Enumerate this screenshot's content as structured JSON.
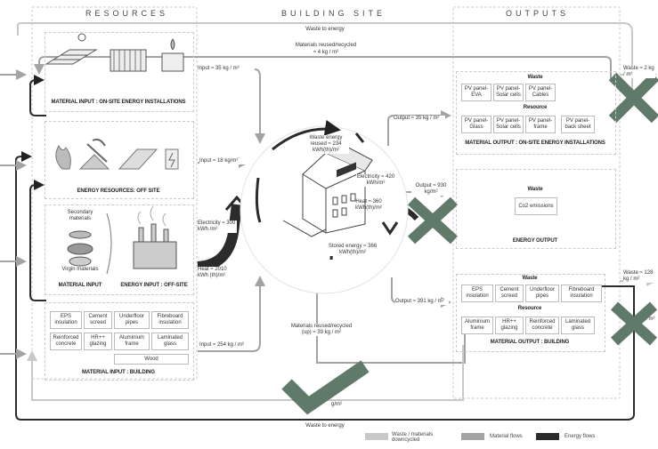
{
  "headers": {
    "resources": "RESOURCES",
    "building_site": "BUILDING SITE",
    "outputs": "OUTPUTS"
  },
  "flows": {
    "waste_to_energy_top": "Waste to energy",
    "materials_reused_top": "Materials reused/recycled",
    "materials_reused_top_val": "≈ 4 kg / m²",
    "input_35": "Input ≈ 35 kg / m²",
    "input_18": "Input ≈ 18 kg/m²",
    "electricity_in": "Electricity ≈ 300 kWh /m²",
    "heat_in": "Heat ≈ 2010 kWh (th)/m²",
    "input_254": "Input ≈ 254 kg / m²",
    "output_35": "Output ≈ 35 kg / m²",
    "output_930": "Output ≈ 930 kg/m²",
    "output_391": "Output ≈ 391 kg / m²",
    "waste_energy_reused": "Waste energy reused ≈ 234 kWh(th)/m²",
    "electricity_420": "Electricity ≈ 420 kWh/m²",
    "heat_360": "Heat ≈ 360 kWh(th)/m²",
    "stored_energy": "Stored energy ≈ 366 kWh(th)/m²",
    "materials_reused_bottom": "Materials reused/recycled (up) ≈ 39 kg / m²",
    "waste_top_right": "Waste ≈ 2 kg / m²",
    "waste_mid_right": "Waste ≈ 128 kg / m²",
    "mid_right_unit": "m²",
    "bottom_partial": "g/m²",
    "waste_to_energy_bottom": "Waste to energy"
  },
  "resources": {
    "onsite_caption": "MATERIAL INPUT : ON-SITE ENERGY INSTALLATIONS",
    "offsite_caption": "ENERGY RESOURCES: OFF SITE",
    "secondary_materials": "Secondary materials",
    "virgin_materials": "Virgin materials",
    "material_input": "MATERIAL INPUT",
    "energy_input_offsite": "ENERGY INPUT : OFF-SITE",
    "building_caption": "MATERIAL INPUT : BUILDING",
    "building_items": [
      "EPS insulation",
      "Cement screed",
      "Underfloor pipes",
      "Fibreboard insulation",
      "Reinforced concrete",
      "HR++ glazing",
      "Aluminium frame",
      "Laminated glass"
    ],
    "wood": "Wood"
  },
  "outputs": {
    "onsite": {
      "waste_title": "Waste",
      "waste_items": [
        "PV panel- EVA",
        "PV panel- Solar cells",
        "PV panel- Cables"
      ],
      "resource_title": "Resource",
      "resource_items": [
        "PV panel- Glass",
        "PV panel- Solar cells",
        "PV panel- frame",
        "PV panel- back sheet"
      ],
      "caption": "MATERIAL OUTPUT : ON-SITE ENERGY INSTALLATIONS"
    },
    "energy": {
      "waste_title": "Waste",
      "item": "Co2 emissions",
      "caption": "ENERGY OUTPUT"
    },
    "building": {
      "waste_title": "Waste",
      "waste_items": [
        "EPS insulation",
        "Cement screed",
        "Underfloor pipes",
        "Fibreboard insulation"
      ],
      "resource_title": "Resource",
      "resource_items": [
        "Aluminium frame",
        "HR++ glazing",
        "Reinforced concrete",
        "Laminated glass"
      ],
      "caption": "MATERIAL OUTPUT : BUILDING"
    }
  },
  "legend": {
    "waste": "Waste / materials downcycled",
    "material": "Material flows",
    "energy": "Energy flows",
    "colors": {
      "waste": "#c8c8c8",
      "material": "#a3a3a3",
      "energy": "#2b2b2b",
      "mark": "#5f7a69"
    }
  },
  "icons": [
    "pv-panel-icon",
    "solar-collector-icon",
    "stove-icon",
    "flame-icon",
    "mining-icon",
    "solar-field-icon",
    "battery-icon",
    "material-stack-icon",
    "factory-icon",
    "house-icon"
  ]
}
